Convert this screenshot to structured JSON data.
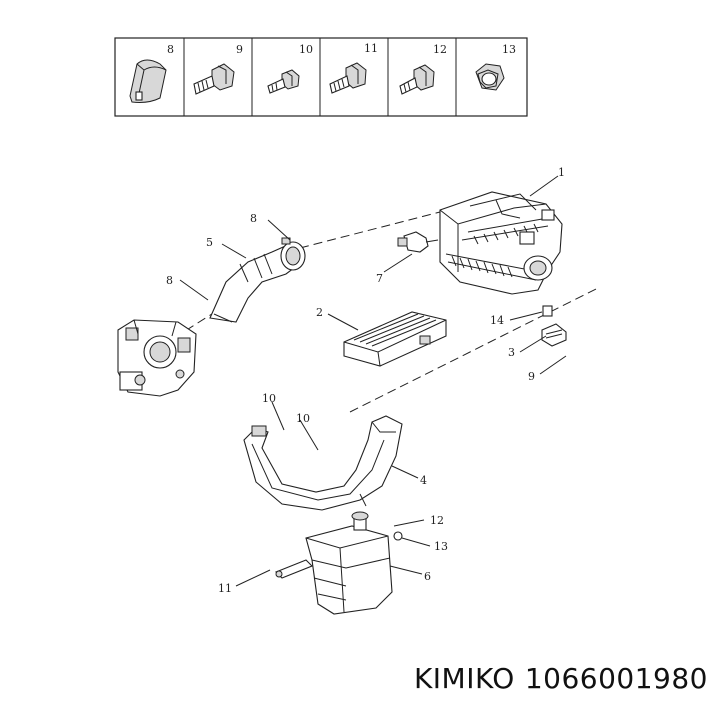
{
  "header_boxes": [
    {
      "number": "8"
    },
    {
      "number": "9"
    },
    {
      "number": "10"
    },
    {
      "number": "11"
    },
    {
      "number": "12"
    },
    {
      "number": "13"
    }
  ],
  "callouts": {
    "c1": "1",
    "c2": "2",
    "c3": "3",
    "c4": "4",
    "c5": "5",
    "c6": "6",
    "c7": "7",
    "c8a": "8",
    "c8b": "8",
    "c9": "9",
    "c10a": "10",
    "c10b": "10",
    "c11": "11",
    "c12": "12",
    "c13": "13",
    "c14": "14"
  },
  "caption": {
    "brand": "KIMIKO",
    "part_number": "1066001980"
  }
}
